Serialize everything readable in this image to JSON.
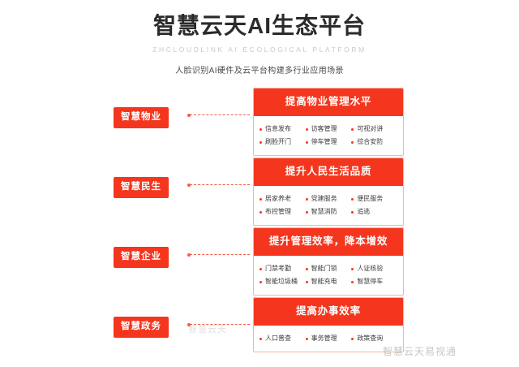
{
  "header": {
    "title": "智慧云天AI生态平台",
    "subtitle": "ZHCLOUDLINK AI ECOLOGICAL PLATFORM",
    "tagline": "人脸识别AI硬件及云平台构建多行业应用场景"
  },
  "colors": {
    "accent": "#f5361e",
    "card_border": "#f6b3a6",
    "title": "#2b2b2b",
    "subtitle": "#c9c9c9"
  },
  "rows": [
    {
      "tag": "智慧物业",
      "card_title": "提高物业管理水平",
      "features": [
        "信息发布",
        "访客管理",
        "可视对讲",
        "刷脸开门",
        "停车管理",
        "综合安防"
      ]
    },
    {
      "tag": "智慧民生",
      "card_title": "提升人民生活品质",
      "features": [
        "居家养老",
        "党建服务",
        "便民服务",
        "布控管理",
        "智慧消防",
        "追逃"
      ]
    },
    {
      "tag": "智慧企业",
      "card_title": "提升管理效率，降本增效",
      "features": [
        "门禁考勤",
        "智能门锁",
        "人证核验",
        "智能垃圾桶",
        "智能充电",
        "智慧停车"
      ]
    },
    {
      "tag": "智慧政务",
      "card_title": "提高办事效率",
      "features": [
        "人口普查",
        "事务管理",
        "政策查询"
      ]
    }
  ],
  "watermarks": {
    "center": "智慧云天",
    "right": "智慧云天易视通"
  }
}
